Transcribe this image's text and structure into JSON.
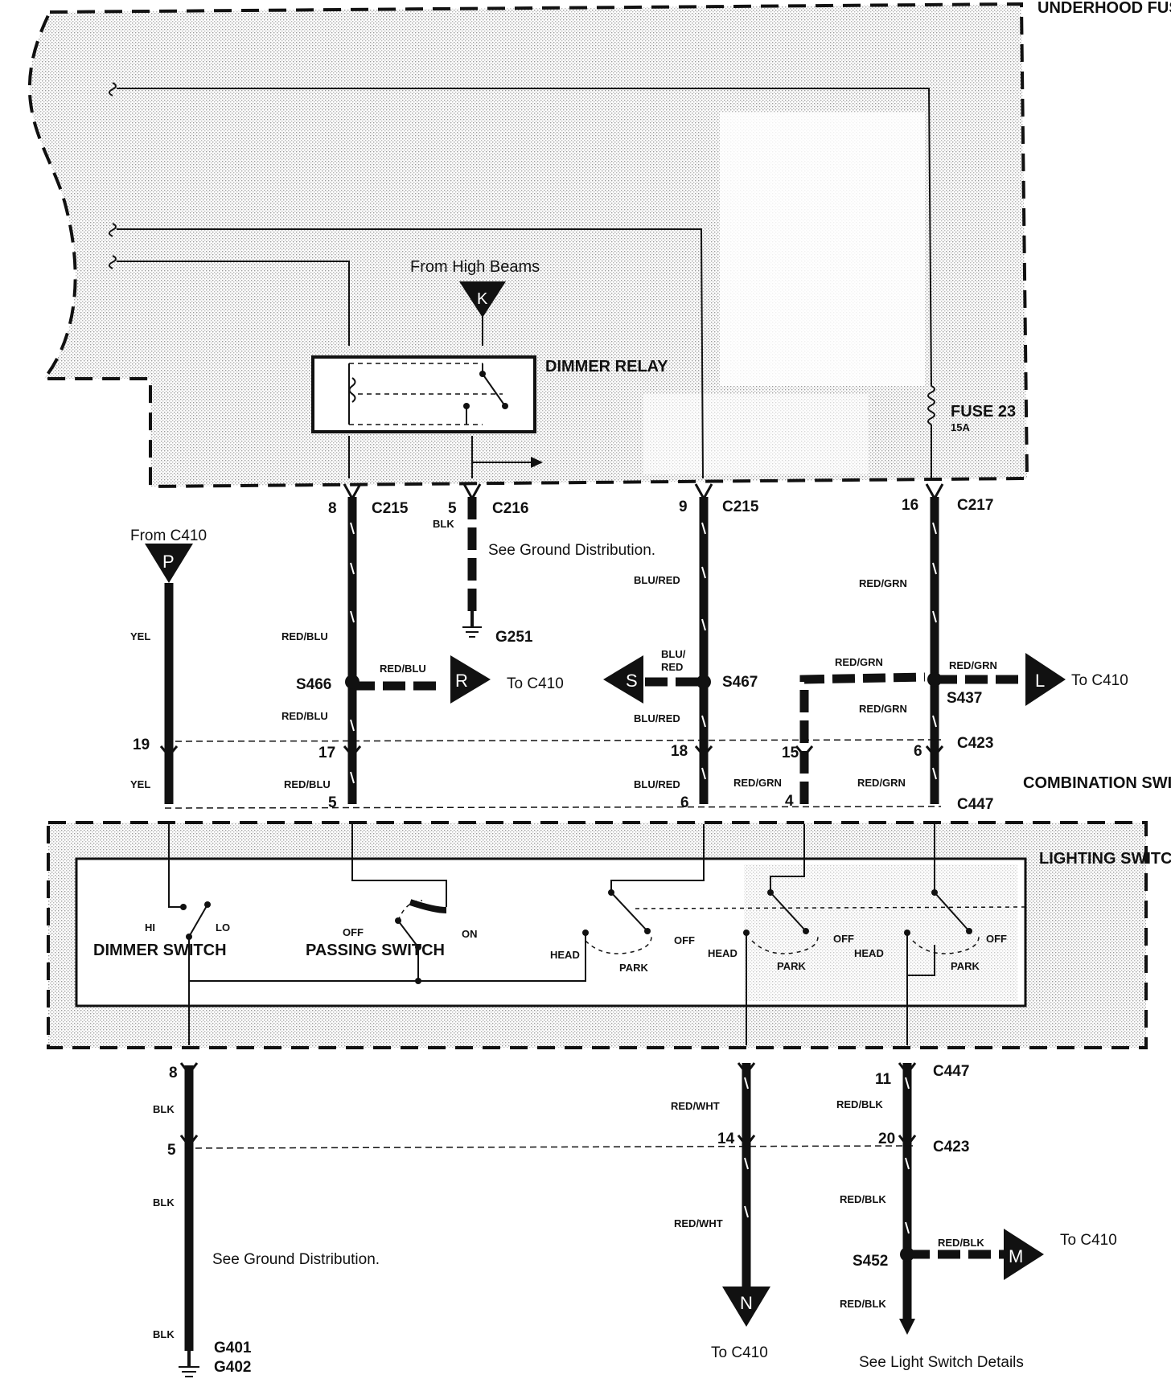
{
  "boxes": {
    "fuse_box": "UNDERHOOD FUSE BOX",
    "dimmer_relay": "DIMMER RELAY",
    "fuse23": "FUSE 23",
    "fuse23_rating": "15A",
    "combination_switch": "COMBINATION SWITCH",
    "lighting_switch": "LIGHTING SWITCH"
  },
  "labels": {
    "from_high_beams": "From High Beams",
    "from_c410": "From C410",
    "to_c410": "To C410",
    "see_ground": "See Ground Distribution.",
    "see_light_switch": "See Light Switch Details"
  },
  "connectors": {
    "c215": "C215",
    "c216": "C216",
    "c217": "C217",
    "c423": "C423",
    "c447": "C447",
    "g251": "G251",
    "g401": "G401",
    "g402": "G402"
  },
  "splices": {
    "s466": "S466",
    "s467": "S467",
    "s437": "S437",
    "s452": "S452"
  },
  "markers": {
    "k": "K",
    "p": "P",
    "r": "R",
    "s": "S",
    "l": "L",
    "m": "M",
    "n": "N"
  },
  "pins": {
    "p8_c215": "8",
    "p5_c216": "5",
    "p9_c215": "9",
    "p16_c217": "16",
    "p19": "19",
    "p17": "17",
    "p18": "18",
    "p15": "15",
    "p6_c423": "6",
    "p5_c447": "5",
    "p6_c447": "6",
    "p4_c447": "4",
    "p8_c447": "8",
    "p11_c447": "11",
    "p5_c423": "5",
    "p14_c423": "14",
    "p20_c423": "20"
  },
  "wires": {
    "yel": "YEL",
    "red_blu": "RED/BLU",
    "blk": "BLK",
    "blu_red": "BLU/RED",
    "blu_red_split_1": "BLU/",
    "blu_red_split_2": "RED",
    "red_grn": "RED/GRN",
    "red_wht": "RED/WHT",
    "red_blk": "RED/BLK"
  },
  "switches": {
    "dimmer_switch": "DIMMER SWITCH",
    "hi": "HI",
    "lo": "LO",
    "passing_switch": "PASSING SWITCH",
    "off": "OFF",
    "on": "ON",
    "head": "HEAD",
    "park": "PARK"
  }
}
